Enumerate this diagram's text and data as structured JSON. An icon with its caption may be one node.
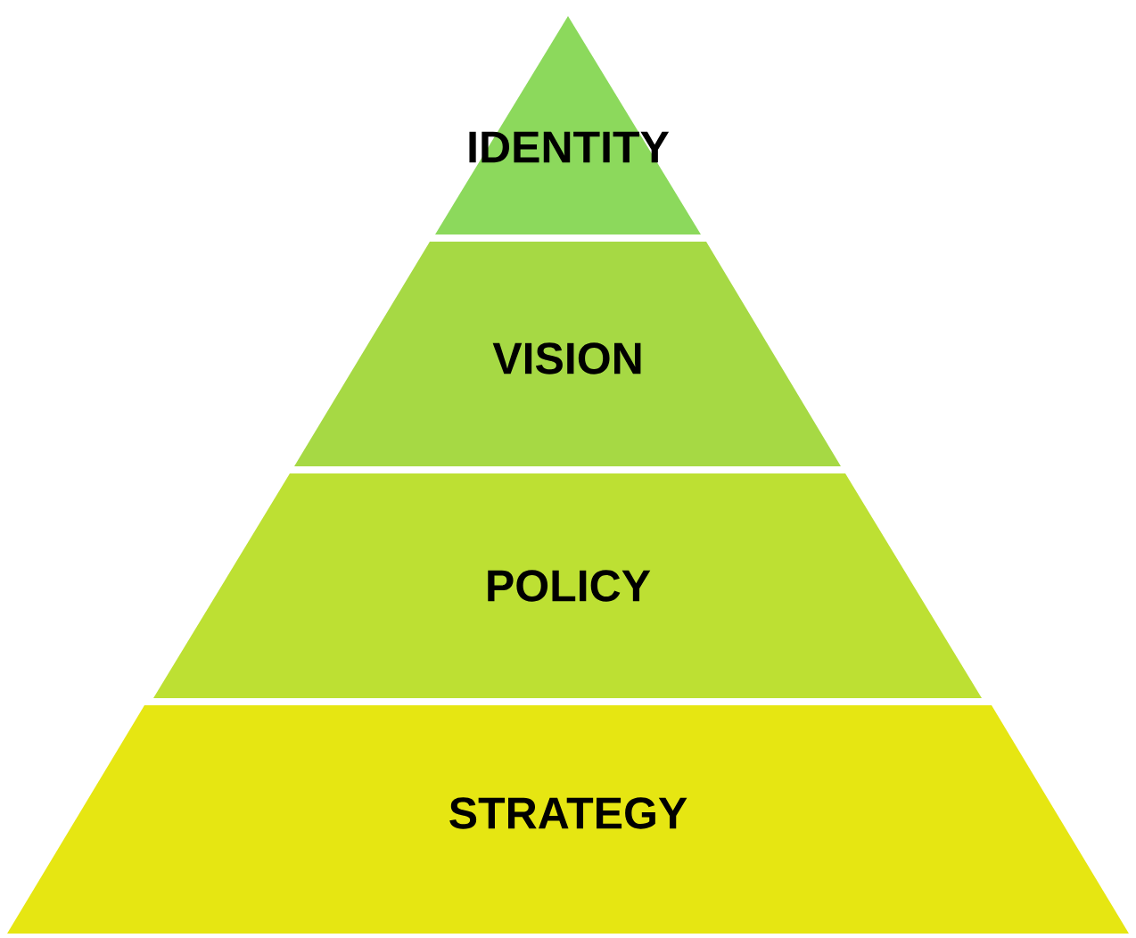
{
  "diagram": {
    "nodes": [
      {
        "text": [
          "IDENTITY"
        ]
      },
      {
        "text": [
          "VISION"
        ]
      },
      {
        "text": [
          "POLICY"
        ]
      },
      {
        "text": [
          "STRATEGY"
        ]
      }
    ]
  }
}
